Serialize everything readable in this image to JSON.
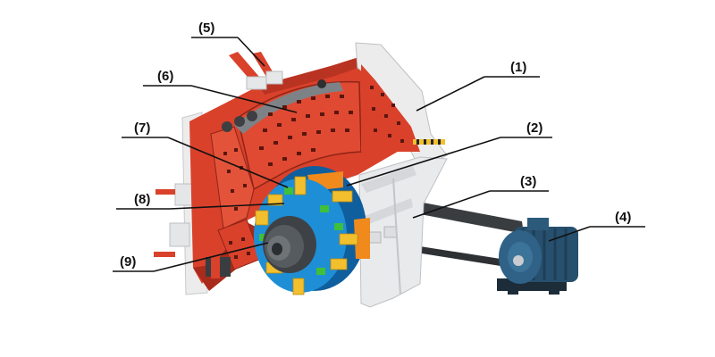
{
  "diagram": {
    "callouts": [
      {
        "id": "1",
        "label": "(1)"
      },
      {
        "id": "2",
        "label": "(2)"
      },
      {
        "id": "3",
        "label": "(3)"
      },
      {
        "id": "4",
        "label": "(4)"
      },
      {
        "id": "5",
        "label": "(5)"
      },
      {
        "id": "6",
        "label": "(6)"
      },
      {
        "id": "7",
        "label": "(7)"
      },
      {
        "id": "8",
        "label": "(8)"
      },
      {
        "id": "9",
        "label": "(9)"
      }
    ],
    "colors": {
      "housing_red": "#d9412b",
      "housing_dark_red": "#a82b1c",
      "frame_white": "#ececec",
      "frame_shadow": "#c7c9cc",
      "rotor_blue": "#1e8fd6",
      "rotor_dark_blue": "#0f5f9e",
      "blow_bar_yellow": "#f2c02e",
      "hammer_orange": "#f08a1c",
      "green_bolt": "#3fbf3a",
      "motor_blue": "#27506e",
      "belt_dark": "#3a3d40",
      "shaft_gray": "#6e7378"
    }
  }
}
